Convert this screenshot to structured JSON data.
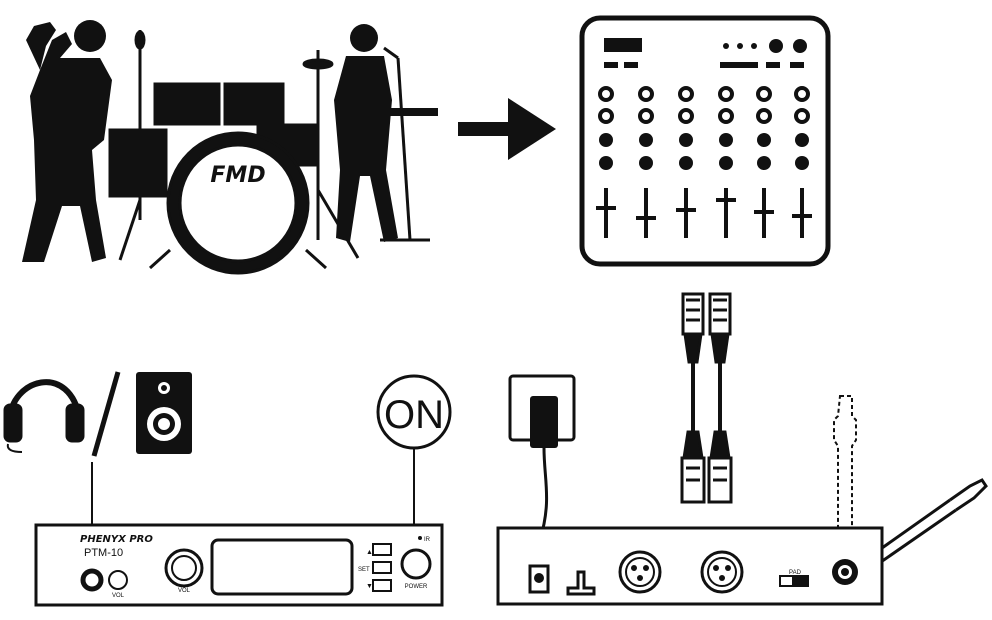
{
  "drum_logo": "FMD",
  "on_label": "ON",
  "transmitter": {
    "brand": "PHENYX PRO",
    "model": "PTM-10",
    "vol_knob_label": "VOL",
    "vol_jack_label": "VOL",
    "set_label": "SET",
    "up_arrow": "▲",
    "down_arrow": "▼",
    "ir_label": "IR",
    "power_label": "POWER"
  },
  "back_panel": {
    "pad_label": "PAD"
  },
  "icons": [
    "singer-silhouette",
    "drum-kit",
    "keyboard-player",
    "arrow-right-icon",
    "mixer-icon",
    "headphones-icon",
    "speaker-icon",
    "power-adapter-icon",
    "xlr-cable-icon",
    "instrument-cable-icon"
  ],
  "colors": {
    "ink": "#111111",
    "paper": "#ffffff"
  }
}
